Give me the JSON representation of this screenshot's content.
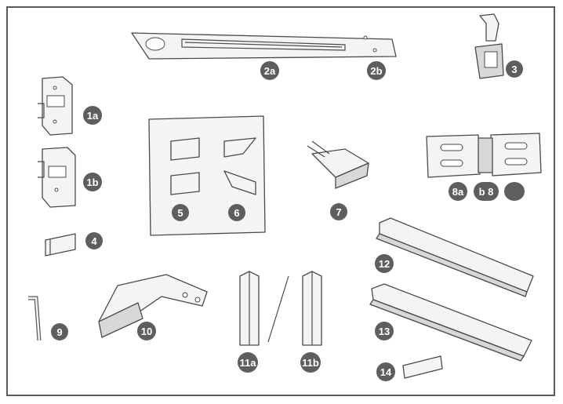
{
  "labels": {
    "1a": "1a",
    "1b": "1b",
    "2a": "2a",
    "2b": "2b",
    "3": "3",
    "4": "4",
    "5": "5",
    "6": "6",
    "7": "7",
    "8a": "8a",
    "8b": "b 8",
    "9": "9",
    "10": "10",
    "11a": "11a",
    "11b": "11b",
    "12": "12",
    "13": "13",
    "14": "14"
  },
  "colors": {
    "badge": "#5e5e5e",
    "border": "#5a5a5a",
    "outline": "#4a4a4a"
  }
}
